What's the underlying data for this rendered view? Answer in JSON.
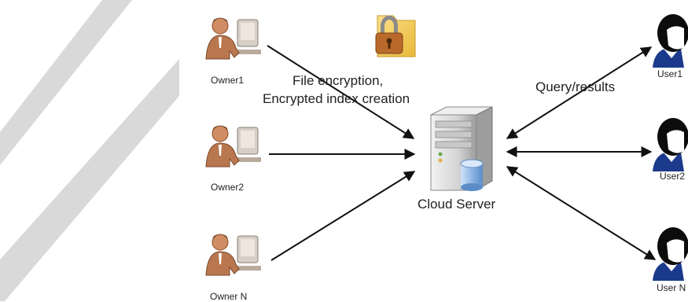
{
  "owners": [
    {
      "label": "Owner1"
    },
    {
      "label": "Owner2"
    },
    {
      "label": "Owner N"
    }
  ],
  "users": [
    {
      "label": "User1"
    },
    {
      "label": "User2"
    },
    {
      "label": "User N"
    }
  ],
  "server": {
    "label": "Cloud Server"
  },
  "annotations": {
    "owner_side_line1": "File encryption,",
    "owner_side_line2": "Encrypted index creation",
    "user_side": "Query/results"
  },
  "colors": {
    "watermark": "#d6d6d6",
    "arrow": "#111111",
    "owner_figure": "#b9774f",
    "user_figure": "#111111",
    "server_body": "#d9d9d9",
    "database": "#8fb6e4",
    "lock": "#e6b54a",
    "folder": "#f1cd55"
  }
}
